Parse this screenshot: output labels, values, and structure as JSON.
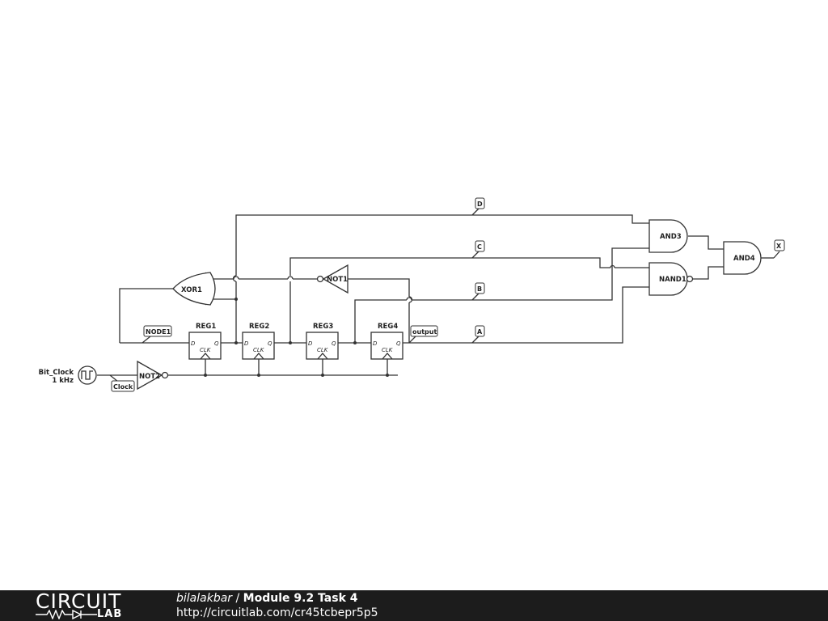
{
  "schematic": {
    "gates": {
      "xor1": "XOR1",
      "not1": "NOT1",
      "not2": "NOT2",
      "and3": "AND3",
      "nand1": "NAND1",
      "and4": "AND4"
    },
    "registers": [
      {
        "name": "REG1",
        "d": "D",
        "q": "Q",
        "clk": "CLK"
      },
      {
        "name": "REG2",
        "d": "D",
        "q": "Q",
        "clk": "CLK"
      },
      {
        "name": "REG3",
        "d": "D",
        "q": "Q",
        "clk": "CLK"
      },
      {
        "name": "REG4",
        "d": "D",
        "q": "Q",
        "clk": "CLK"
      }
    ],
    "source": {
      "name": "Bit_Clock",
      "freq": "1 kHz"
    },
    "net_labels": {
      "node1": "NODE1",
      "output": "output",
      "clock": "Clock",
      "a": "A",
      "b": "B",
      "c": "C",
      "d": "D",
      "x": "X"
    }
  },
  "footer": {
    "logo_top": "CIRCUIT",
    "logo_bottom": "LAB",
    "author": "bilalakbar",
    "separator": " / ",
    "title": "Module 9.2 Task 4",
    "url": "http://circuitlab.com/cr45tcbepr5p5"
  }
}
